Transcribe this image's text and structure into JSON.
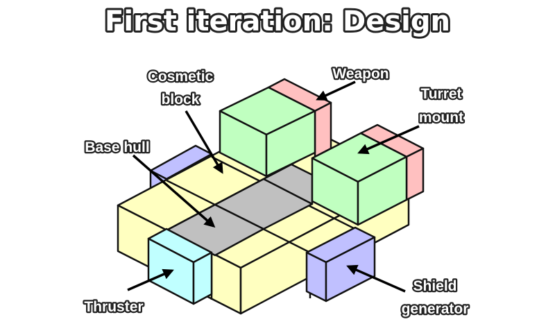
{
  "title": "First iteration: Design",
  "labels": {
    "cosmetic_line1": "Cosmetic",
    "cosmetic_line2": "block",
    "weapon": "Weapon",
    "turret_line1": "Turret",
    "turret_line2": "mount",
    "base_hull": "Base hull",
    "thruster": "Thruster",
    "shield_line1": "Shield",
    "shield_line2": "generator"
  },
  "colors": {
    "base_hull": "#ffffc0",
    "center_plate": "#c0c0c0",
    "cosmetic_block": "#c0ffc0",
    "weapon": "#ffc0c0",
    "turret_mount": "#c0ffc0",
    "thruster": "#c0ffff",
    "shield_generator": "#c0c0ff"
  }
}
